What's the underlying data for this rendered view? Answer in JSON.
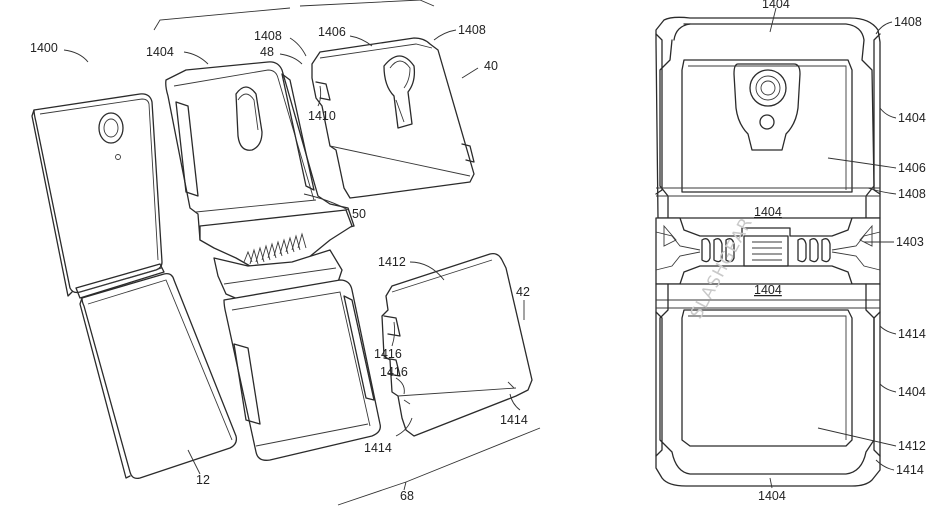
{
  "watermark": "SLASHGEAR",
  "left_figure": {
    "labels": {
      "l1400": "1400",
      "l1404": "1404",
      "l1408a": "1408",
      "l48": "48",
      "l1406": "1406",
      "l1408b": "1408",
      "l40": "40",
      "l1410": "1410",
      "l50": "50",
      "l1412": "1412",
      "l42": "42",
      "l1416a": "1416",
      "l1416b": "1416",
      "l1414a": "1414",
      "l1414b": "1414",
      "l12": "12",
      "l68": "68"
    }
  },
  "right_figure": {
    "labels": {
      "top1404": "1404",
      "r1408a": "1408",
      "r1404a": "1404",
      "r1406": "1406",
      "r1408b": "1408",
      "c1404a": "1404",
      "r1403": "1403",
      "c1404b": "1404",
      "r1414a": "1414",
      "r1404b": "1404",
      "r1412": "1412",
      "r1414b": "1414",
      "bot1404": "1404"
    }
  }
}
